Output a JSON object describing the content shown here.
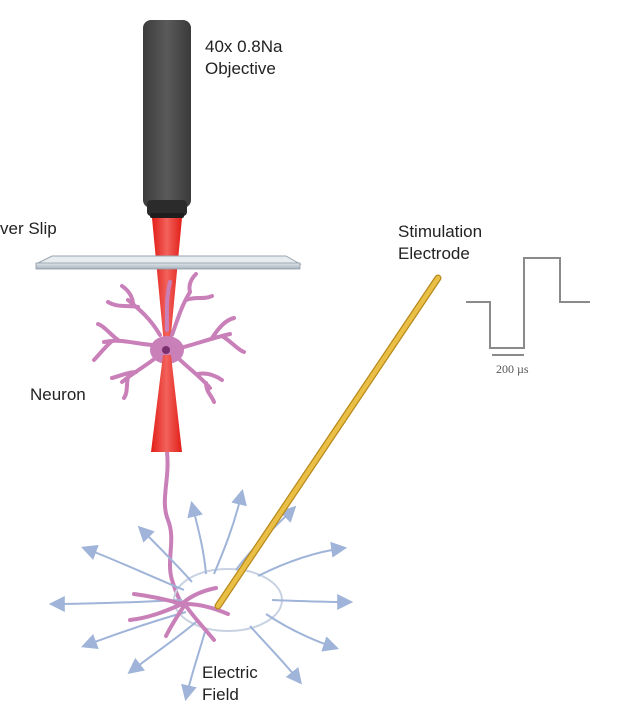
{
  "labels": {
    "objective_line1": "40x 0.8Na",
    "objective_line2": "Objective",
    "coverslip": "ver Slip",
    "electrode_line1": "Stimulation",
    "electrode_line2": "Electrode",
    "neuron": "Neuron",
    "field_line1": "Electric",
    "field_line2": "Field",
    "pulse_duration": "200 µs"
  },
  "colors": {
    "objective_body": "#444444",
    "objective_tip": "#2e2e2e",
    "laser_red": "#e52420",
    "coverslip": "#b9c3cc",
    "neuron": "#c97fb8",
    "neuron_nucleus": "#7b2f6e",
    "electrode_gold": "#e2b43a",
    "field_arrows": "#9fb4d8",
    "field_ellipse": "#c8d2e2",
    "waveform": "#8a8a8a"
  }
}
